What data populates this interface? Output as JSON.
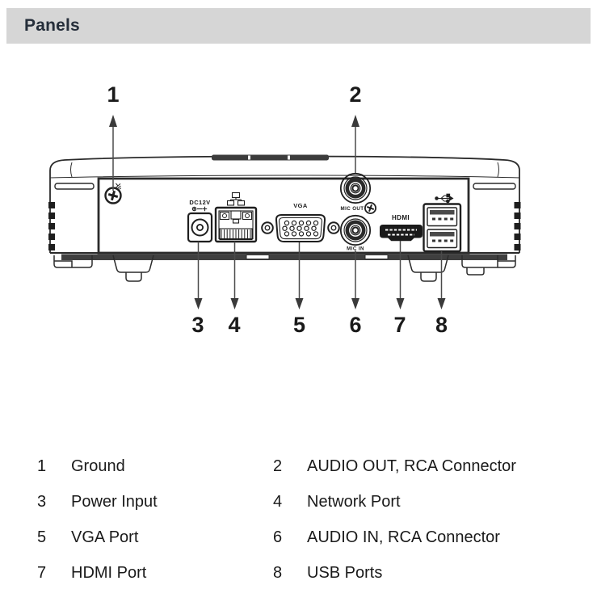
{
  "header": {
    "title": "Panels"
  },
  "colors": {
    "header_bg": "#d6d6d6",
    "header_text": "#252e3a",
    "diagram_line": "#2b2b2b",
    "text": "#1a1a1a"
  },
  "diagram": {
    "callout_numbers": [
      "1",
      "2",
      "3",
      "4",
      "5",
      "6",
      "7",
      "8"
    ],
    "port_labels": {
      "power": "DC12V",
      "vga": "VGA",
      "audio_out": "MIC OUT",
      "audio_in": "MIC IN",
      "hdmi": "HDMI"
    },
    "icons": [
      "ground-icon",
      "network-icon",
      "usb-icon",
      "screw-icon",
      "polarity-icon"
    ]
  },
  "legend": {
    "items": [
      {
        "num": "1",
        "label": "Ground"
      },
      {
        "num": "2",
        "label": "AUDIO OUT, RCA Connector"
      },
      {
        "num": "3",
        "label": "Power Input"
      },
      {
        "num": "4",
        "label": "Network Port"
      },
      {
        "num": "5",
        "label": "VGA Port"
      },
      {
        "num": "6",
        "label": "AUDIO IN, RCA Connector"
      },
      {
        "num": "7",
        "label": "HDMI Port"
      },
      {
        "num": "8",
        "label": "USB Ports"
      }
    ]
  }
}
